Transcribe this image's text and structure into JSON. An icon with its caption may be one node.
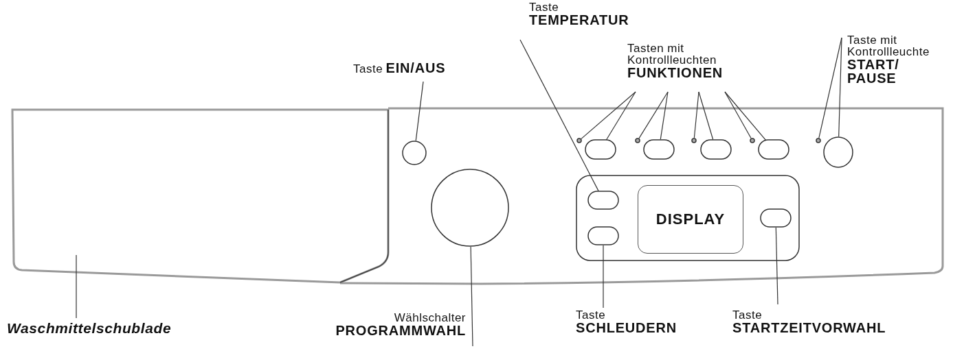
{
  "diagram": {
    "nodes": [
      {
        "text": [
          "Taste",
          "TEMPERATUR"
        ]
      },
      {
        "text": [
          "Taste",
          "EIN/AUS"
        ]
      },
      {
        "text": [
          "Tasten mit Kontrollleuchten",
          "FUNKTIONEN"
        ]
      },
      {
        "text": [
          "Taste mit Kontrollleuchte",
          "START/ PAUSE"
        ]
      },
      {
        "text": [],
        "shape": "box"
      },
      {
        "text": [],
        "shape": "circle"
      },
      {
        "text": [],
        "shape": "circle"
      },
      {
        "text": [],
        "shape": "circle"
      },
      {
        "text": [],
        "shape": "ellipse"
      },
      {
        "text": [],
        "shape": "circle"
      },
      {
        "text": [],
        "shape": "ellipse"
      },
      {
        "text": [],
        "shape": "circle"
      },
      {
        "text": [],
        "shape": "ellipse"
      },
      {
        "text": [],
        "shape": "circle"
      },
      {
        "text": [],
        "shape": "ellipse"
      },
      {
        "text": [],
        "shape": "circle"
      },
      {
        "text": [],
        "shape": "circle"
      },
      {
        "text": [],
        "shape": "box"
      },
      {
        "text": [],
        "shape": "ellipse",
        "in": 17
      },
      {
        "text": [],
        "shape": "ellipse",
        "in": 17
      },
      {
        "text": [
          "DISPLAY"
        ],
        "in": 17
      },
      {
        "text": [],
        "shape": "ellipse",
        "in": 17
      },
      {
        "text": [
          "Waschmittelschublade"
        ]
      },
      {
        "text": [
          "Wählschalter",
          "PROGRAMMWAHL"
        ]
      },
      {
        "text": [
          "Taste",
          "SCHLEUDERN"
        ]
      },
      {
        "text": [
          "Taste",
          "STARTZEITVORWAHL"
        ]
      }
    ],
    "edges": [
      {
        "from": 0,
        "to": 18,
        "arrow": "none"
      },
      {
        "from": 1,
        "to": 5,
        "arrow": "none"
      },
      {
        "from": 2,
        "to": 7,
        "arrow": "none"
      },
      {
        "from": 2,
        "to": 8,
        "arrow": "none"
      },
      {
        "from": 2,
        "to": 9,
        "arrow": "none"
      },
      {
        "from": 2,
        "to": 10,
        "arrow": "none"
      },
      {
        "from": 2,
        "to": 11,
        "arrow": "none"
      },
      {
        "from": 2,
        "to": 12,
        "arrow": "none"
      },
      {
        "from": 2,
        "to": 13,
        "arrow": "none"
      },
      {
        "from": 2,
        "to": 14,
        "arrow": "none"
      },
      {
        "from": 3,
        "to": 15,
        "arrow": "none"
      },
      {
        "from": 3,
        "to": 16,
        "arrow": "none"
      },
      {
        "from": 22,
        "to": 4,
        "arrow": "none"
      },
      {
        "from": 23,
        "to": 6,
        "arrow": "none"
      },
      {
        "from": 24,
        "to": 19,
        "arrow": "none"
      },
      {
        "from": 25,
        "to": 21,
        "arrow": "none"
      }
    ]
  }
}
